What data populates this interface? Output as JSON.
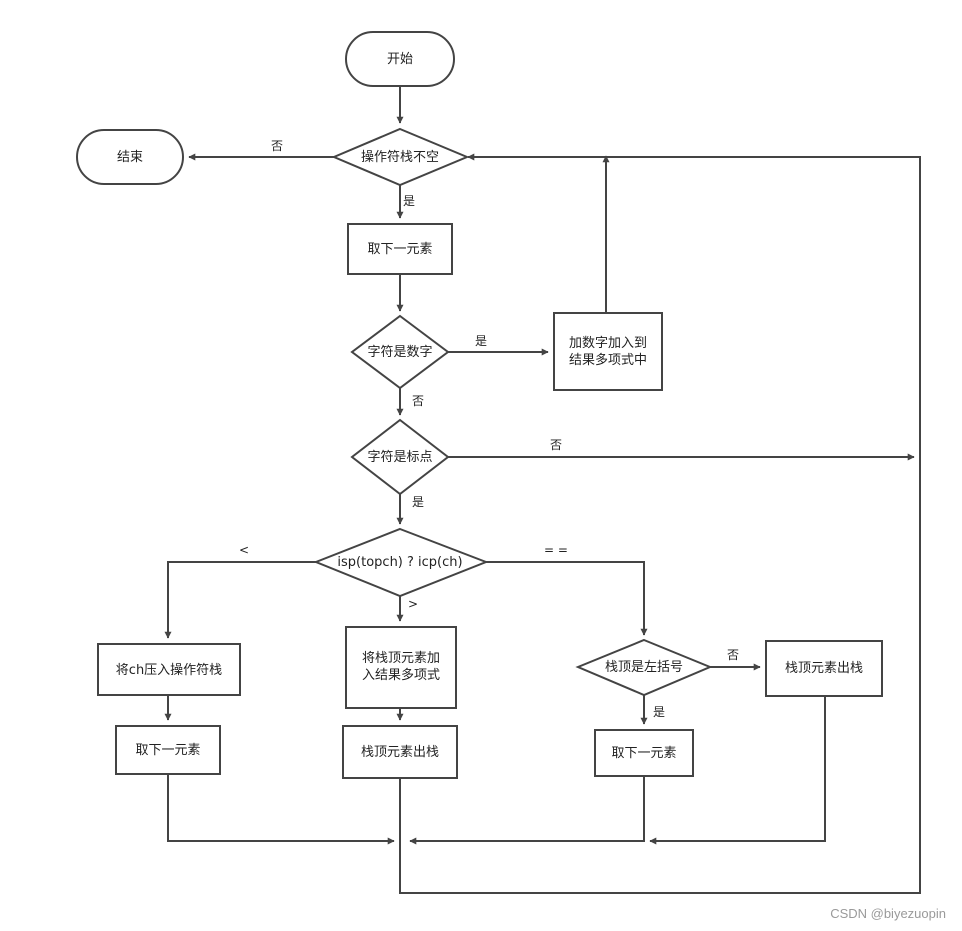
{
  "diagram": {
    "nodes": {
      "start": "开始",
      "end": "结束",
      "check_op_stack": "操作符栈不空",
      "take_next_1": "取下一元素",
      "is_digit": "字符是数字",
      "add_digit_line1": "加数字加入到",
      "add_digit_line2": "结果多项式中",
      "is_punct": "字符是标点",
      "compare": "isp(topch) ? icp(ch)",
      "push_ch": "将ch压入操作符栈",
      "take_next_2": "取下一元素",
      "top_to_result_line1": "将栈顶元素加",
      "top_to_result_line2": "入结果多项式",
      "pop_top_1": "栈顶元素出栈",
      "is_left_paren": "栈顶是左括号",
      "take_next_3": "取下一元素",
      "pop_top_2": "栈顶元素出栈"
    },
    "edge_labels": {
      "no_to_end": "否",
      "yes_not_empty": "是",
      "yes_digit": "是",
      "no_digit": "否",
      "no_punct": "否",
      "yes_punct": "是",
      "less_than": "<",
      "greater_than": ">",
      "equal": "= =",
      "no_left_paren": "否",
      "yes_left_paren": "是"
    },
    "watermark": "CSDN @biyezuopin"
  }
}
